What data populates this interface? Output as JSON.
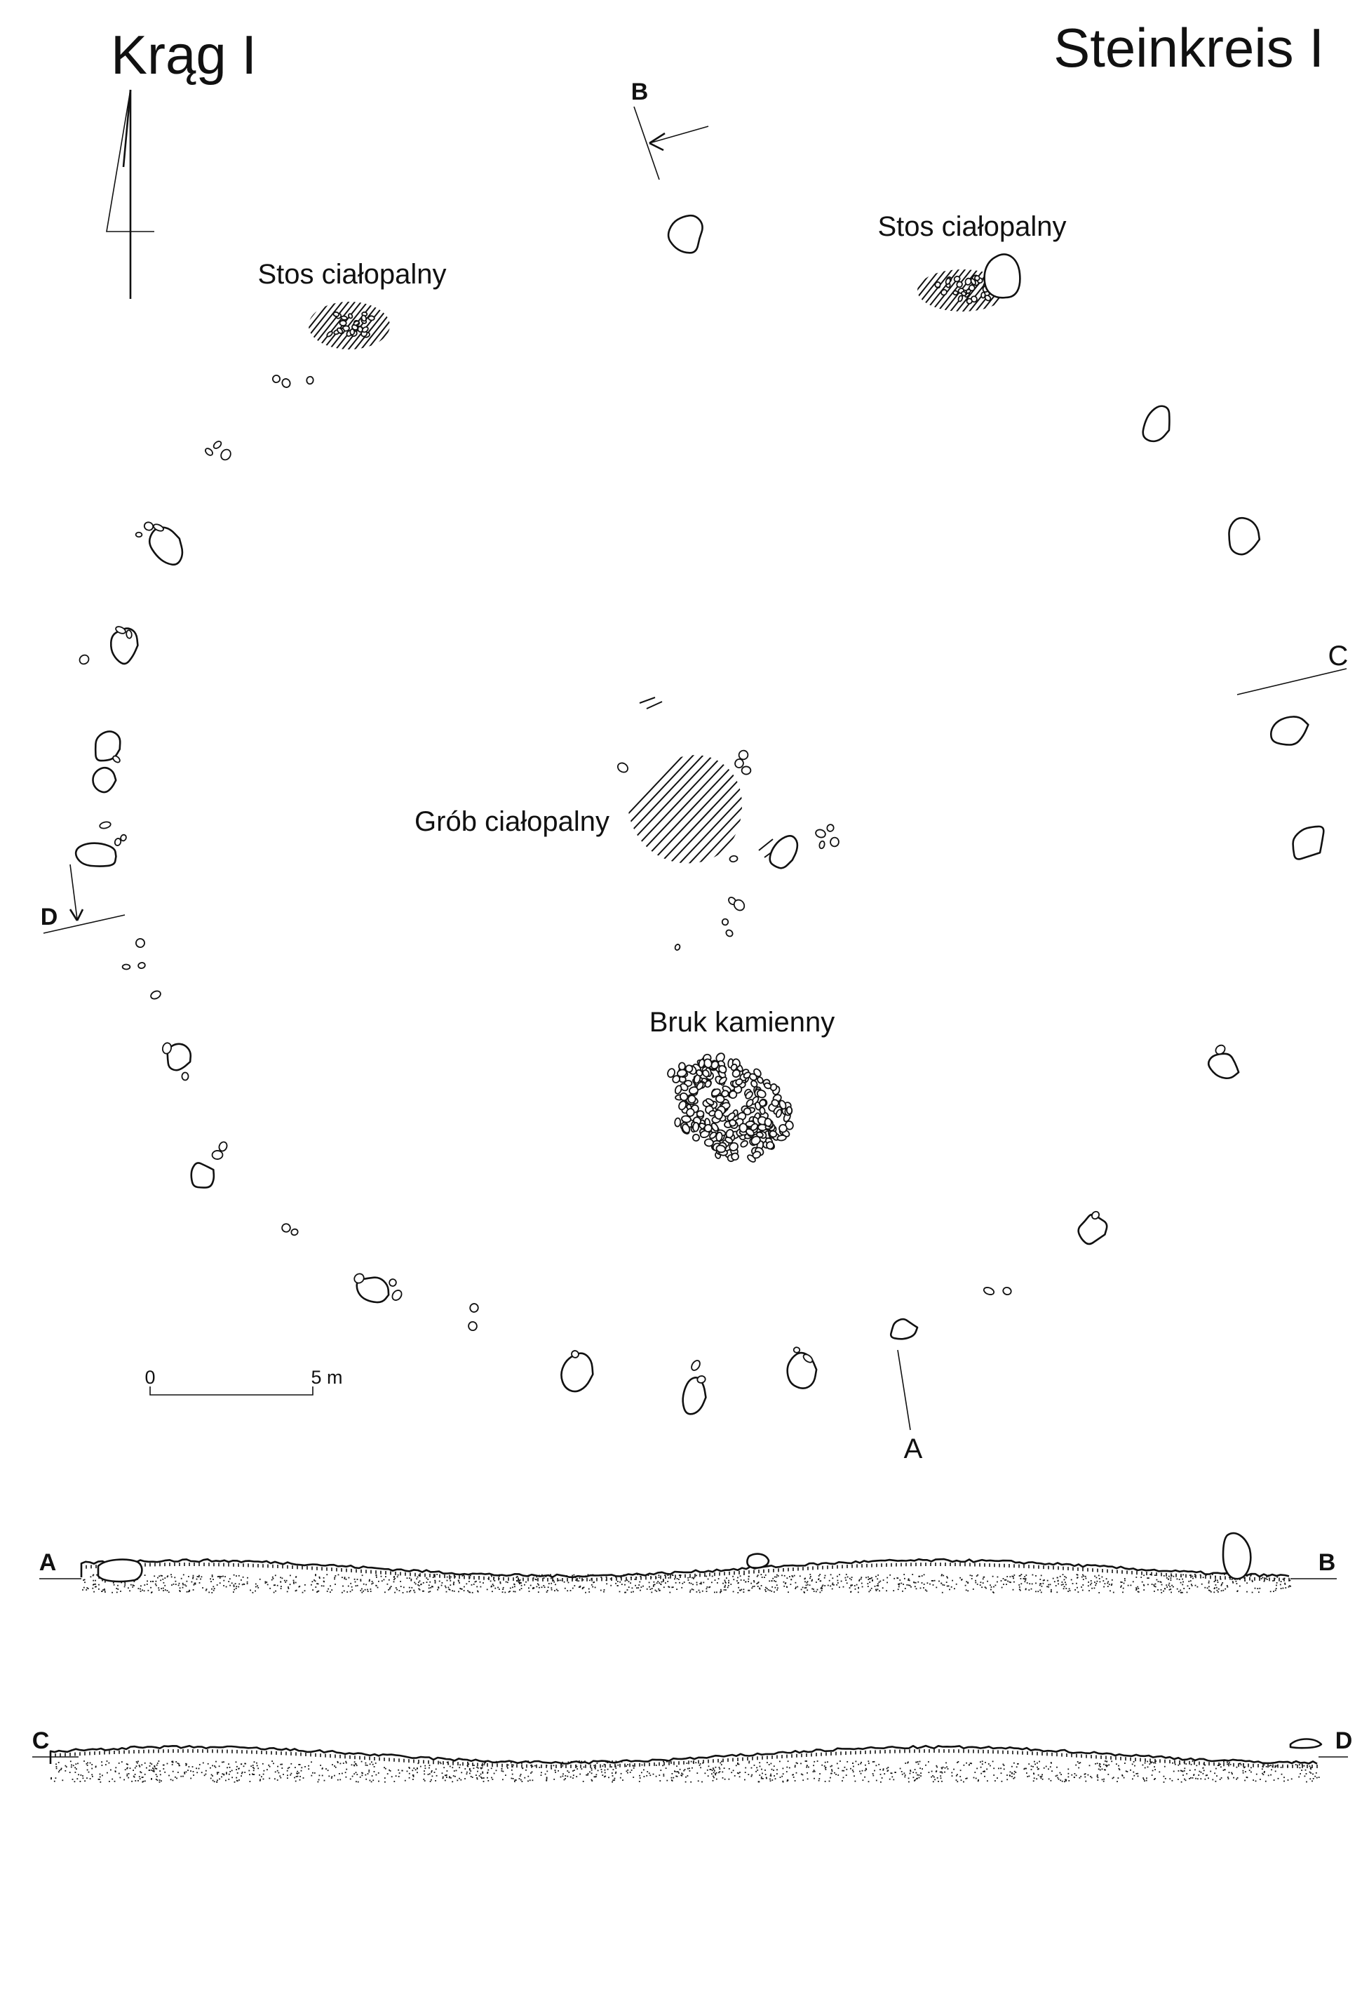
{
  "titles": {
    "polish": "Krąg I",
    "german": "Steinkreis I"
  },
  "features": {
    "pyre_left": "Stos ciałopalny",
    "pyre_right": "Stos ciałopalny",
    "cremation_grave": "Grób ciałopalny",
    "stone_pavement": "Bruk kamienny"
  },
  "section_markers": {
    "a": "A",
    "b": "B",
    "c": "C",
    "d": "D"
  },
  "scale_bar": {
    "start": "0",
    "end": "5 m"
  },
  "profiles": {
    "ab": {
      "left": "A",
      "right": "B"
    },
    "cd": {
      "left": "C",
      "right": "D"
    }
  }
}
